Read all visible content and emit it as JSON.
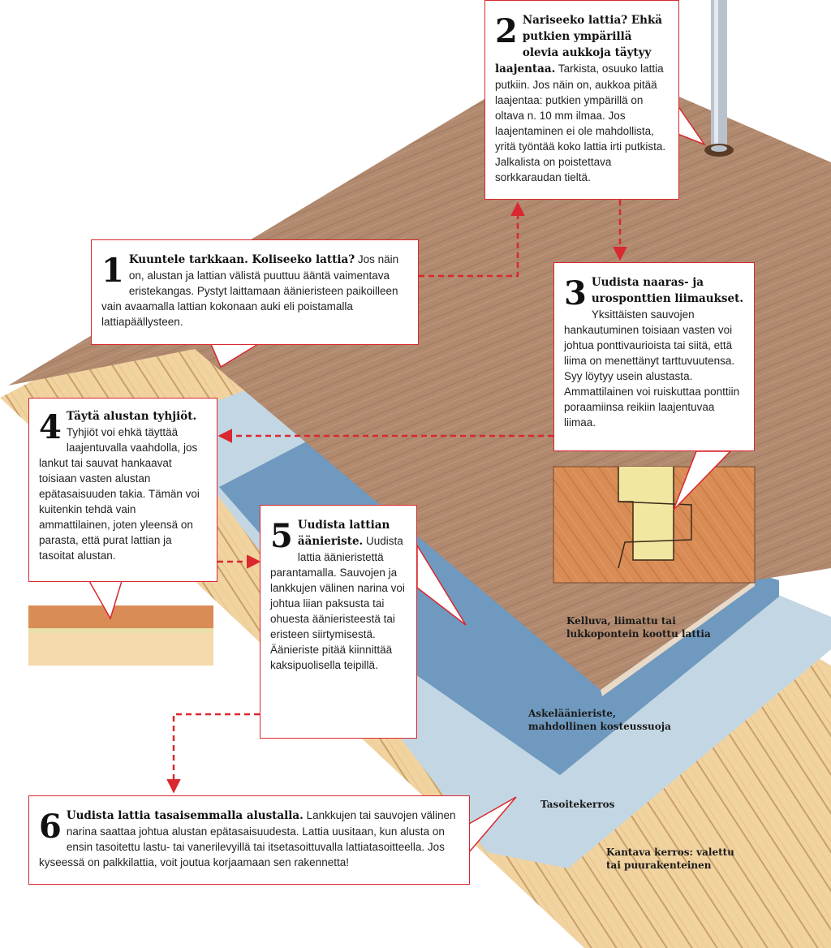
{
  "callouts": [
    {
      "number": "1",
      "heading": "Kuuntele tarkkaan. Koliseeko lattia?",
      "body": " Jos näin on, alustan ja lattian välistä puuttuu ääntä vaimentava eristekangas. Pystyt laittamaan äänieristeen paikoilleen vain avaamalla lattian kokonaan auki eli poistamalla lattiapäällysteen."
    },
    {
      "number": "2",
      "heading": "Nariseeko lattia? Ehkä putkien ympärillä olevia aukkoja täytyy laajentaa.",
      "body": " Tarkista, osuuko lattia putkiin. Jos näin on, aukkoa pitää laajentaa: putkien ympärillä on oltava n. 10 mm ilmaa. Jos laajentaminen ei ole mahdollista, yritä työntää koko lattia irti putkista. Jalkalista on poistettava sorkkaraudan tieltä."
    },
    {
      "number": "3",
      "heading": "Uudista naaras- ja urosponttien liimaukset.",
      "body": " Yksittäisten sauvojen hankautuminen toisiaan vasten voi johtua ponttivaurioista tai siitä, että liima on menettänyt tarttuvuutensa. Syy löytyy usein alustasta. Ammattilainen voi ruiskuttaa ponttiin poraamiinsa reikiin laajentuvaa liimaa."
    },
    {
      "number": "4",
      "heading": "Täytä alustan tyhjiöt.",
      "body": " Tyhjiöt voi ehkä täyttää laajentuvalla vaahdolla, jos lankut tai sauvat hankaavat toisiaan vasten alustan epätasaisuuden takia. Tämän voi kuitenkin tehdä vain ammattilainen, joten yleensä on parasta, että purat lattian ja tasoitat alustan."
    },
    {
      "number": "5",
      "heading": "Uudista lattian äänieriste.",
      "body": " Uudista lattia äänieristettä parantamalla. Sauvojen ja lankkujen välinen narina voi johtua liian paksusta tai ohuesta äänieristeestä tai eristeen siirtymisestä. Äänieriste pitää kiinnittää kaksipuolisella teipillä."
    },
    {
      "number": "6",
      "heading": "Uudista lattia tasaisemmalla alustalla.",
      "body": " Lankkujen tai sauvojen välinen narina saattaa johtua alustan epätasaisuudesta. Lattia uusitaan, kun alusta on ensin tasoitettu lastu- tai vanerilevyillä tai itsetasoittuvalla lattiatasoitteella. Jos kyseessä on palkkilattia, voit joutua korjaamaan sen rakennetta!"
    }
  ],
  "layer_labels": {
    "floating_floor": [
      "Kelluva, liimattu tai",
      "lukkopontein koottu lattia"
    ],
    "underlay": [
      "Askeläänieriste,",
      "mahdollinen kosteussuoja"
    ],
    "leveling": [
      "Tasoitekerros"
    ],
    "subfloor": [
      "Kantava kerros: valettu",
      "tai puurakenteinen"
    ]
  },
  "colors": {
    "accent": "#d9282f",
    "floor": "#b0896e",
    "blue": "#6f99be",
    "pale_blue": "#c3d6e3",
    "plank": "#f1d3a0"
  }
}
